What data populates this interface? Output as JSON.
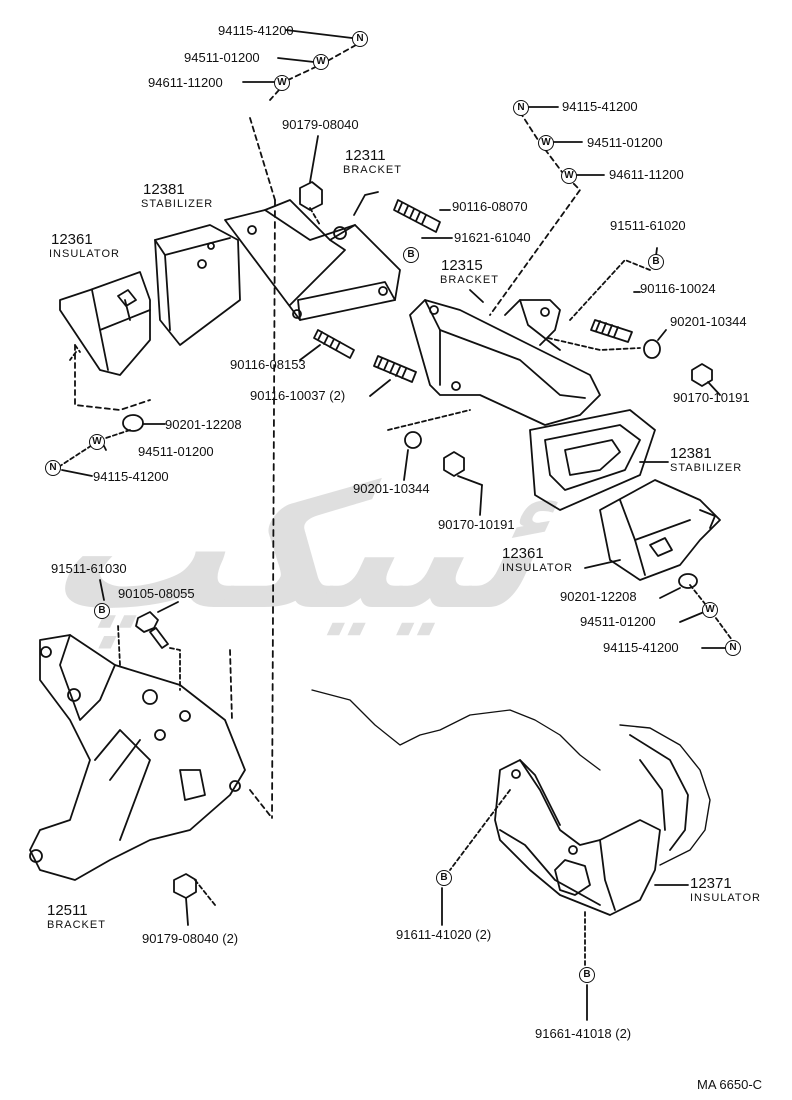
{
  "diagram_ref": "MA  6650-C",
  "watermark_text": "ئييكپ",
  "hardware_symbols": {
    "nut": "N",
    "washer": "W",
    "bolt": "B"
  },
  "parts": {
    "p12381_left": {
      "number": "12381",
      "name": "STABILIZER"
    },
    "p12361_left": {
      "number": "12361",
      "name": "INSULATOR"
    },
    "p12311": {
      "number": "12311",
      "name": "BRACKET"
    },
    "p12315": {
      "number": "12315",
      "name": "BRACKET"
    },
    "p12381_right": {
      "number": "12381",
      "name": "STABILIZER"
    },
    "p12361_right": {
      "number": "12361",
      "name": "INSULATOR"
    },
    "p12511": {
      "number": "12511",
      "name": "BRACKET"
    },
    "p12371": {
      "number": "12371",
      "name": "INSULATOR"
    }
  },
  "codes": {
    "c1": "94115-41200",
    "c2": "94511-01200",
    "c3": "94611-11200",
    "c4": "90179-08040",
    "c5": "90116-08070",
    "c6": "91621-61040",
    "c7": "90116-08153",
    "c8": "90116-10037 (2)",
    "c9": "90201-12208",
    "c10": "94511-01200",
    "c11": "94115-41200",
    "c12": "94115-41200",
    "c13": "94511-01200",
    "c14": "94611-11200",
    "c15": "91511-61020",
    "c16": "90116-10024",
    "c17": "90201-10344",
    "c18": "90170-10191",
    "c19": "90201-10344",
    "c20": "90170-10191",
    "c21": "91511-61030",
    "c22": "90105-08055",
    "c23": "90201-12208",
    "c24": "94511-01200",
    "c25": "94115-41200",
    "c26": "90179-08040 (2)",
    "c27": "91611-41020 (2)",
    "c28": "91661-41018 (2)"
  }
}
